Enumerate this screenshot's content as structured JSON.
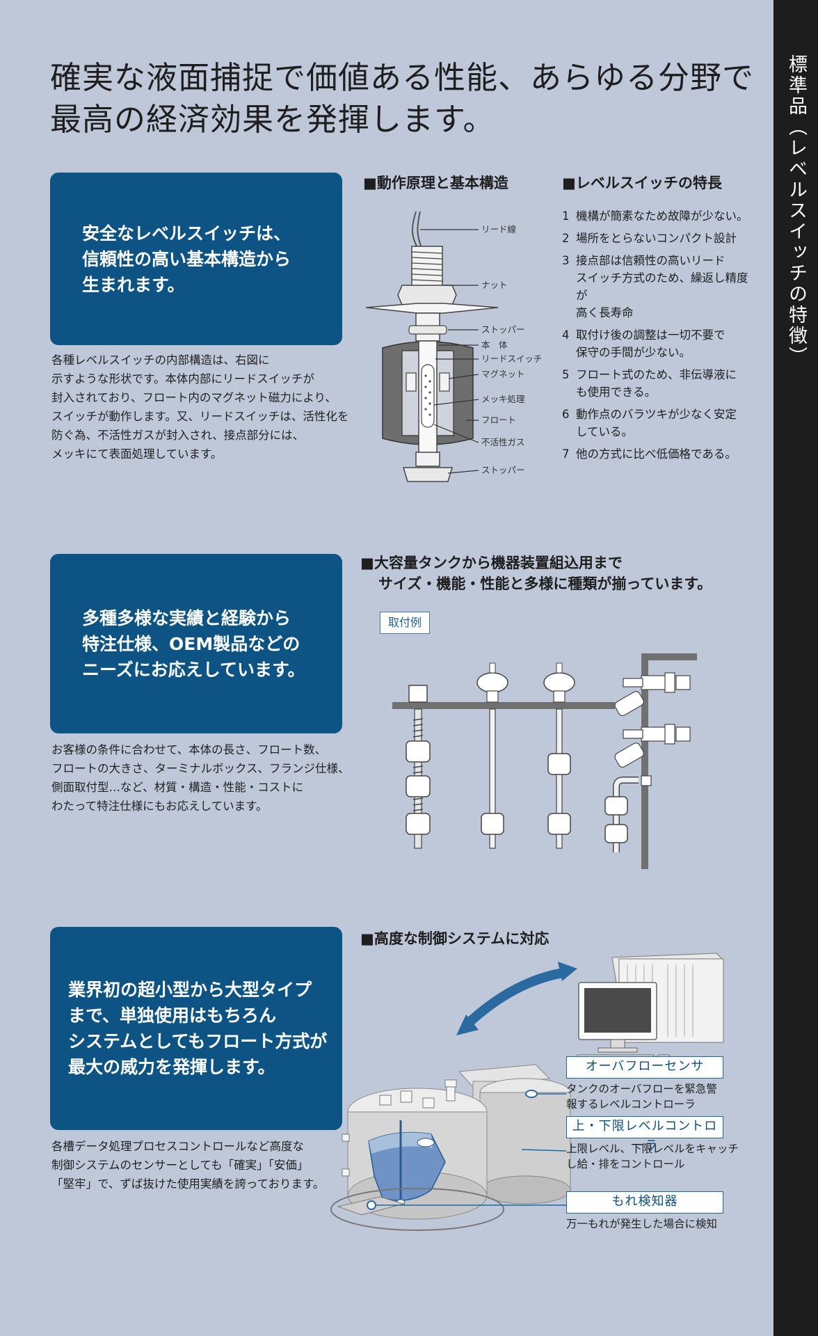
{
  "side_tab": {
    "label": "標準品（レベルスイッチの特徴）"
  },
  "headline": {
    "line1": "確実な液面捕捉で価値ある性能、あらゆる分野で",
    "line2": "最高の経済効果を発揮します。"
  },
  "section1": {
    "box_text": "安全なレベルスイッチは、\n信頼性の高い基本構造から\n生まれます。",
    "body": "各種レベルスイッチの内部構造は、右図に\n示すような形状です。本体内部にリードスイッチが\n封入されており、フロート内のマグネット磁力により、\nスイッチが動作します。又、リードスイッチは、活性化を\n防ぐ為、不活性ガスが封入され、接点部分には、\nメッキにて表面処理しています。",
    "diagram_heading": "■動作原理と基本構造",
    "diagram_labels": [
      "リード線",
      "ナット",
      "ストッパー",
      "本　体",
      "リードスイッチ",
      "マグネット",
      "メッキ処理",
      "フロート",
      "不活性ガス",
      "ストッパー"
    ],
    "features_heading": "■レベルスイッチの特長",
    "features": [
      {
        "num": "1",
        "text": "機構が簡素なため故障が少ない。"
      },
      {
        "num": "2",
        "text": "場所をとらないコンパクト設計"
      },
      {
        "num": "3",
        "text": "接点部は信頼性の高いリード\nスイッチ方式のため、繰返し精度が\n高く長寿命"
      },
      {
        "num": "4",
        "text": "取付け後の調整は一切不要で\n保守の手間が少ない。"
      },
      {
        "num": "5",
        "text": "フロート式のため、非伝導液に\nも使用できる。"
      },
      {
        "num": "6",
        "text": "動作点のバラツキが少なく安定\nしている。"
      },
      {
        "num": "7",
        "text": "他の方式に比べ低価格である。"
      }
    ]
  },
  "section2": {
    "box_text": "多種多様な実績と経験から\n特注仕様、OEM製品などの\nニーズにお応えしています。",
    "body": "お客様の条件に合わせて、本体の長さ、フロート数、\nフロートの大きさ、ターミナルボックス、フランジ仕様、\n側面取付型…など、材質・構造・性能・コストに\nわたって特注仕様にもお応えしています。",
    "heading_line1": "■大容量タンクから機器装置組込用まで",
    "heading_line2": "サイズ・機能・性能と多様に種類が揃っています。",
    "tag": "取付例"
  },
  "section3": {
    "box_text": "業界初の超小型から大型タイプ\nまで、単独使用はもちろん\nシステムとしてもフロート方式が\n最大の威力を発揮します。",
    "body": "各槽データ処理プロセスコントロールなど高度な\n制御システムのセンサーとしても「確実」「安価」\n「堅牢」で、ずば抜けた使用実績を誇っております。",
    "heading": "■高度な制御システムに対応",
    "callouts": [
      {
        "title": "オーバフローセンサ",
        "desc": "タンクのオーバフローを緊急警\n報するレベルコントローラ"
      },
      {
        "title": "上・下限レベルコントローラ",
        "desc": "上限レベル、下限レベルをキャッチ\nし給・排をコントロール"
      },
      {
        "title": "もれ検知器",
        "desc": "万一もれが発生した場合に検知"
      }
    ]
  },
  "colors": {
    "background": "#bfc8d9",
    "box_blue": "#0d5484",
    "side_tab": "#1d1d1d",
    "accent_line": "#1a6aa0"
  }
}
